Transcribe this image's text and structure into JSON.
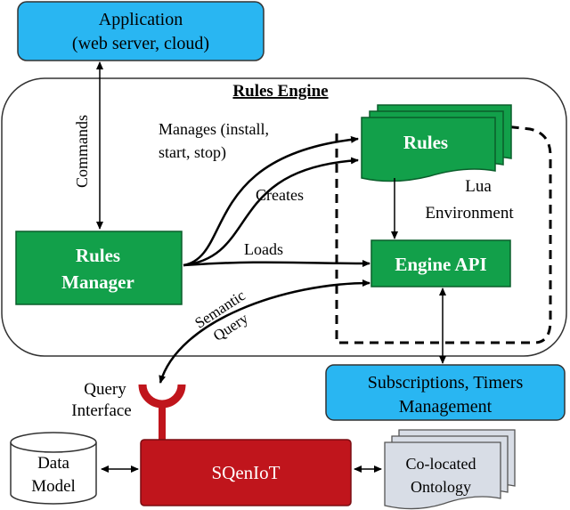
{
  "application": {
    "line1": "Application",
    "line2": "(web server, cloud)"
  },
  "rules_engine": {
    "title": "Rules Engine"
  },
  "rules_manager": {
    "line1": "Rules",
    "line2": "Manager"
  },
  "rules": {
    "label": "Rules"
  },
  "engine_api": {
    "label": "Engine API"
  },
  "lua_env": {
    "line1": "Lua",
    "line2": "Environment"
  },
  "subscriptions": {
    "line1": "Subscriptions, Timers",
    "line2": "Management"
  },
  "sqeniot": {
    "label": "SQenIoT"
  },
  "data_model": {
    "line1": "Data",
    "line2": "Model"
  },
  "ontology": {
    "line1": "Co-located",
    "line2": "Ontology"
  },
  "query_interface": {
    "line1": "Query",
    "line2": "Interface"
  },
  "edges": {
    "commands": "Commands",
    "manages_line1": "Manages (install,",
    "manages_line2": "start, stop)",
    "creates": "Creates",
    "loads": "Loads",
    "semantic_line1": "Semantic",
    "semantic_line2": "Query"
  },
  "colors": {
    "blue": "#29b6f2",
    "green": "#12a04a",
    "red": "#c0151c",
    "gray_doc": "#d8dde6"
  }
}
